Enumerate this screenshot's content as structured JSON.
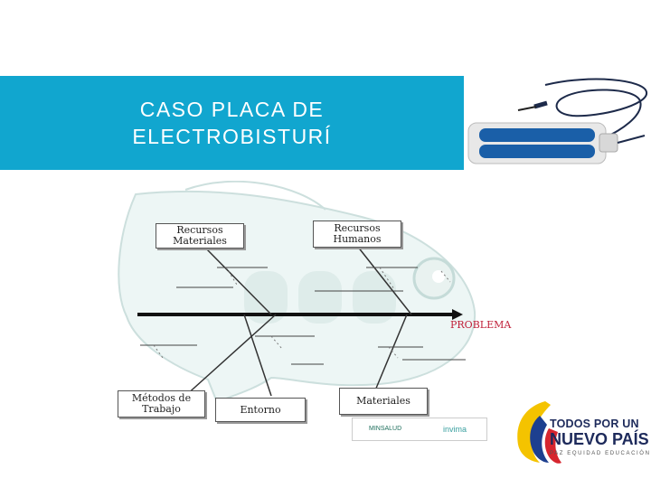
{
  "title": {
    "line1": "CASO PLACA DE",
    "line2": "ELECTROBISTURÍ"
  },
  "fishbone": {
    "problem": "PROBLEMA",
    "causes": {
      "recursos_materiales": [
        "Recursos",
        "Materiales"
      ],
      "recursos_humanos": [
        "Recursos",
        "Humanos"
      ],
      "metodos_de_trabajo": [
        "Métodos de",
        "Trabajo"
      ],
      "entorno": "Entorno",
      "materiales": "Materiales"
    }
  },
  "logos": {
    "left_small": "MINSALUD",
    "right_small": "invima",
    "gov_line1": "TODOS POR UN",
    "gov_line2": "NUEVO PAÍS",
    "gov_line3": "PAZ EQUIDAD EDUCACIÓN"
  },
  "colors": {
    "banner": "#11a6cf",
    "problem_text": "#c0213a",
    "fish_watermark": "#9fc8c4"
  }
}
